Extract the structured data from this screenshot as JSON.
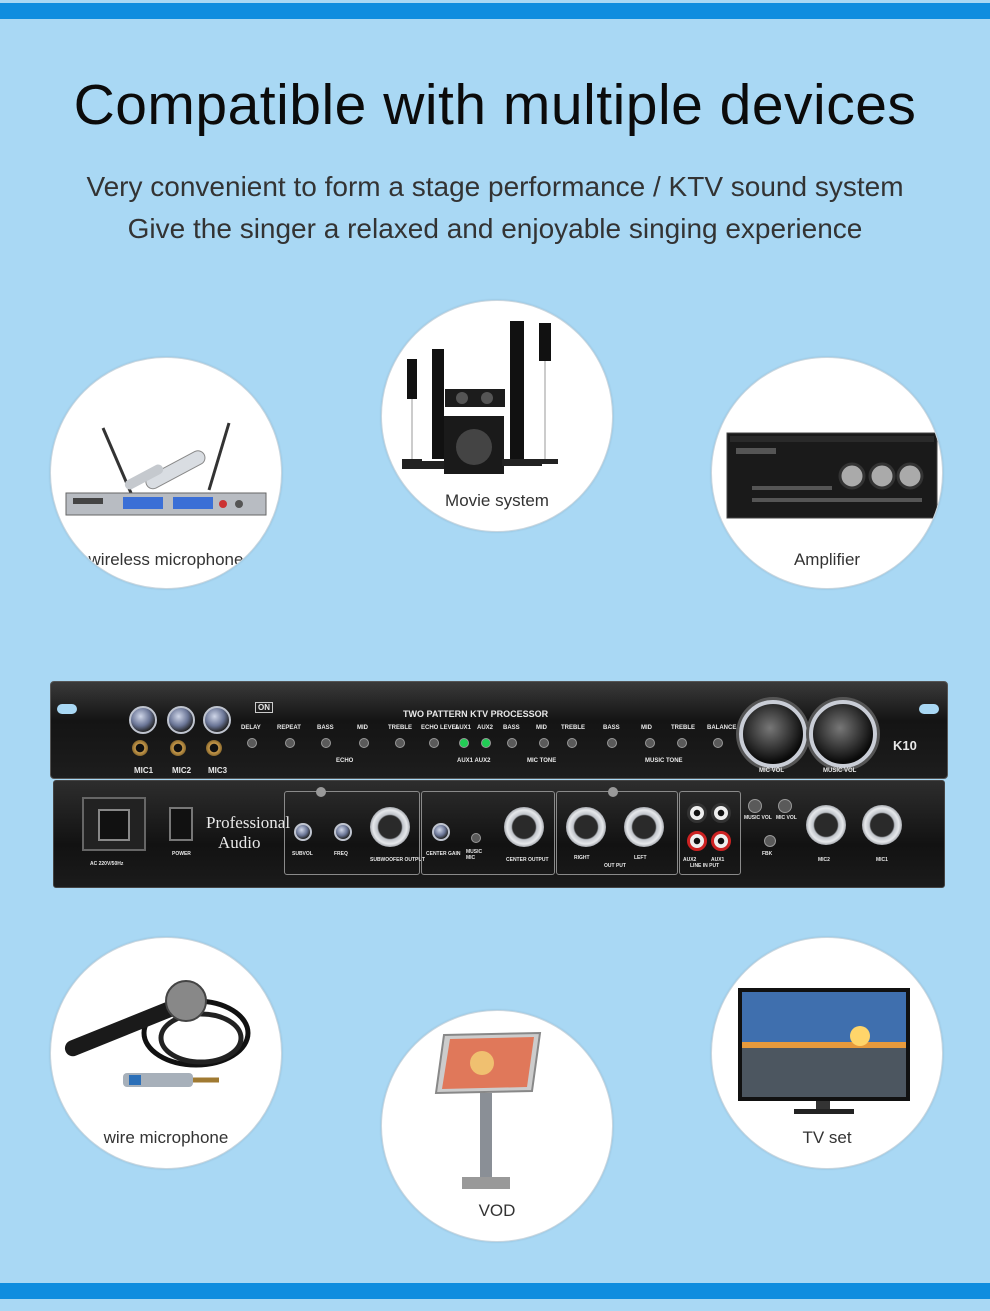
{
  "header": {
    "title": "Compatible with multiple devices",
    "subtitle_line1": "Very convenient to form a stage performance / KTV sound system",
    "subtitle_line2": "Give the singer a relaxed and enjoyable singing experience"
  },
  "devices": {
    "wireless_microphone": "wireless microphone",
    "movie_system": "Movie system",
    "amplifier": "Amplifier",
    "wire_microphone": "wire microphone",
    "vod": "VOD",
    "tv_set": "TV set"
  },
  "processor_front": {
    "heading": "TWO PATTERN KTV PROCESSOR",
    "model": "K10",
    "mic_labels": [
      "MIC1",
      "MIC2",
      "MIC3"
    ],
    "knob_labels": [
      "DELAY",
      "REPEAT",
      "BASS",
      "MID",
      "TREBLE",
      "ECHO LEVEL",
      "AUX1",
      "AUX2",
      "BASS",
      "MID",
      "TREBLE",
      "BASS",
      "MID",
      "TREBLE",
      "BALANCE"
    ],
    "group_echo": "ECHO",
    "group_aux": "AUX1 AUX2",
    "group_mic_tone": "MIC TONE",
    "group_music_tone": "MUSIC TONE",
    "mic_vol": "MIC VOL",
    "music_vol": "MUSIC VOL",
    "on_label": "ON"
  },
  "processor_rear": {
    "brand_line1": "Professional",
    "brand_line2": "Audio",
    "power": "POWER",
    "voltage": "AC 220V/50Hz",
    "subvol": "SUBVOL",
    "freq": "FREQ",
    "subwoofer": "SUBWOOFER OUTPUT",
    "center_gain": "CENTER GAIN",
    "center_output": "CENTER OUTPUT",
    "right": "RIGHT",
    "left": "LEFT",
    "out_put": "OUT PUT",
    "aux2": "AUX2",
    "aux1": "AUX1",
    "line_in_put": "LINE IN PUT",
    "music_vol": "MUSIC VOL",
    "mic_vol": "MIC VOL",
    "fbk": "FBK",
    "mic2": "MIC2",
    "mic1": "MIC1",
    "music": "MUSIC",
    "mic": "MIC"
  },
  "colors": {
    "background": "#a9d8f4",
    "accent_bar": "#0f8ddf"
  }
}
